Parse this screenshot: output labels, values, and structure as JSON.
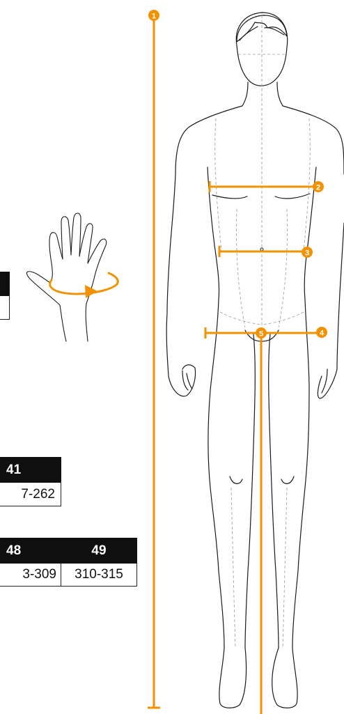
{
  "markers": {
    "m1": "1",
    "m2": "2",
    "m3": "3",
    "m4": "4",
    "m5": "5"
  },
  "colors": {
    "accent": "#f39200",
    "ink": "#1a1a1a",
    "guide": "#9a9a9a",
    "table_header_bg": "#0f0f0f"
  },
  "icons": {
    "hand": "hand-with-circumference-arrow-icon",
    "body": "male-figure-outline",
    "height": "height-measure-line-icon"
  },
  "tables": {
    "small": {
      "header": "",
      "value": ""
    },
    "t1": {
      "header": "41",
      "value": "7-262"
    },
    "t2": {
      "headers": [
        "48",
        "49"
      ],
      "values": [
        "3-309",
        "310-315"
      ]
    }
  }
}
